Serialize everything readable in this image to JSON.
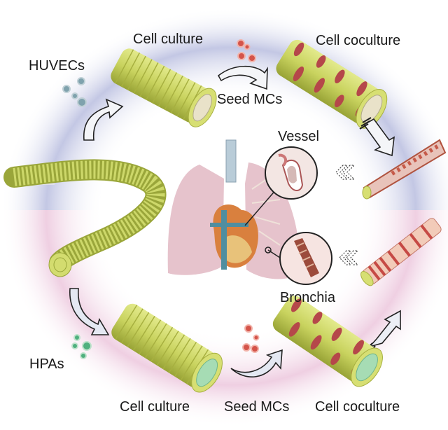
{
  "labels": {
    "huvecs": "HUVECs",
    "top_cell_culture": "Cell culture",
    "top_seed_mcs": "Seed MCs",
    "top_cell_coculture": "Cell coculture",
    "vessel": "Vessel",
    "bronchia": "Bronchia",
    "hpas": "HPAs",
    "bottom_cell_culture": "Cell culture",
    "bottom_seed_mcs": "Seed MCs",
    "bottom_cell_coculture": "Cell coculture"
  },
  "colors": {
    "top_band": "#c9cde6",
    "bottom_band": "#f0d3e4",
    "scaffold": "#cdd86a",
    "scaffold_dark": "#9fab3a",
    "muscle_cell": "#b5474a",
    "huvec_cell": "#7fa2ad",
    "hpa_cell": "#5cb98a",
    "mc_cell": "#e0665a",
    "lung": "#e6c3cc",
    "arrow_fill": "#e4e8f2"
  }
}
